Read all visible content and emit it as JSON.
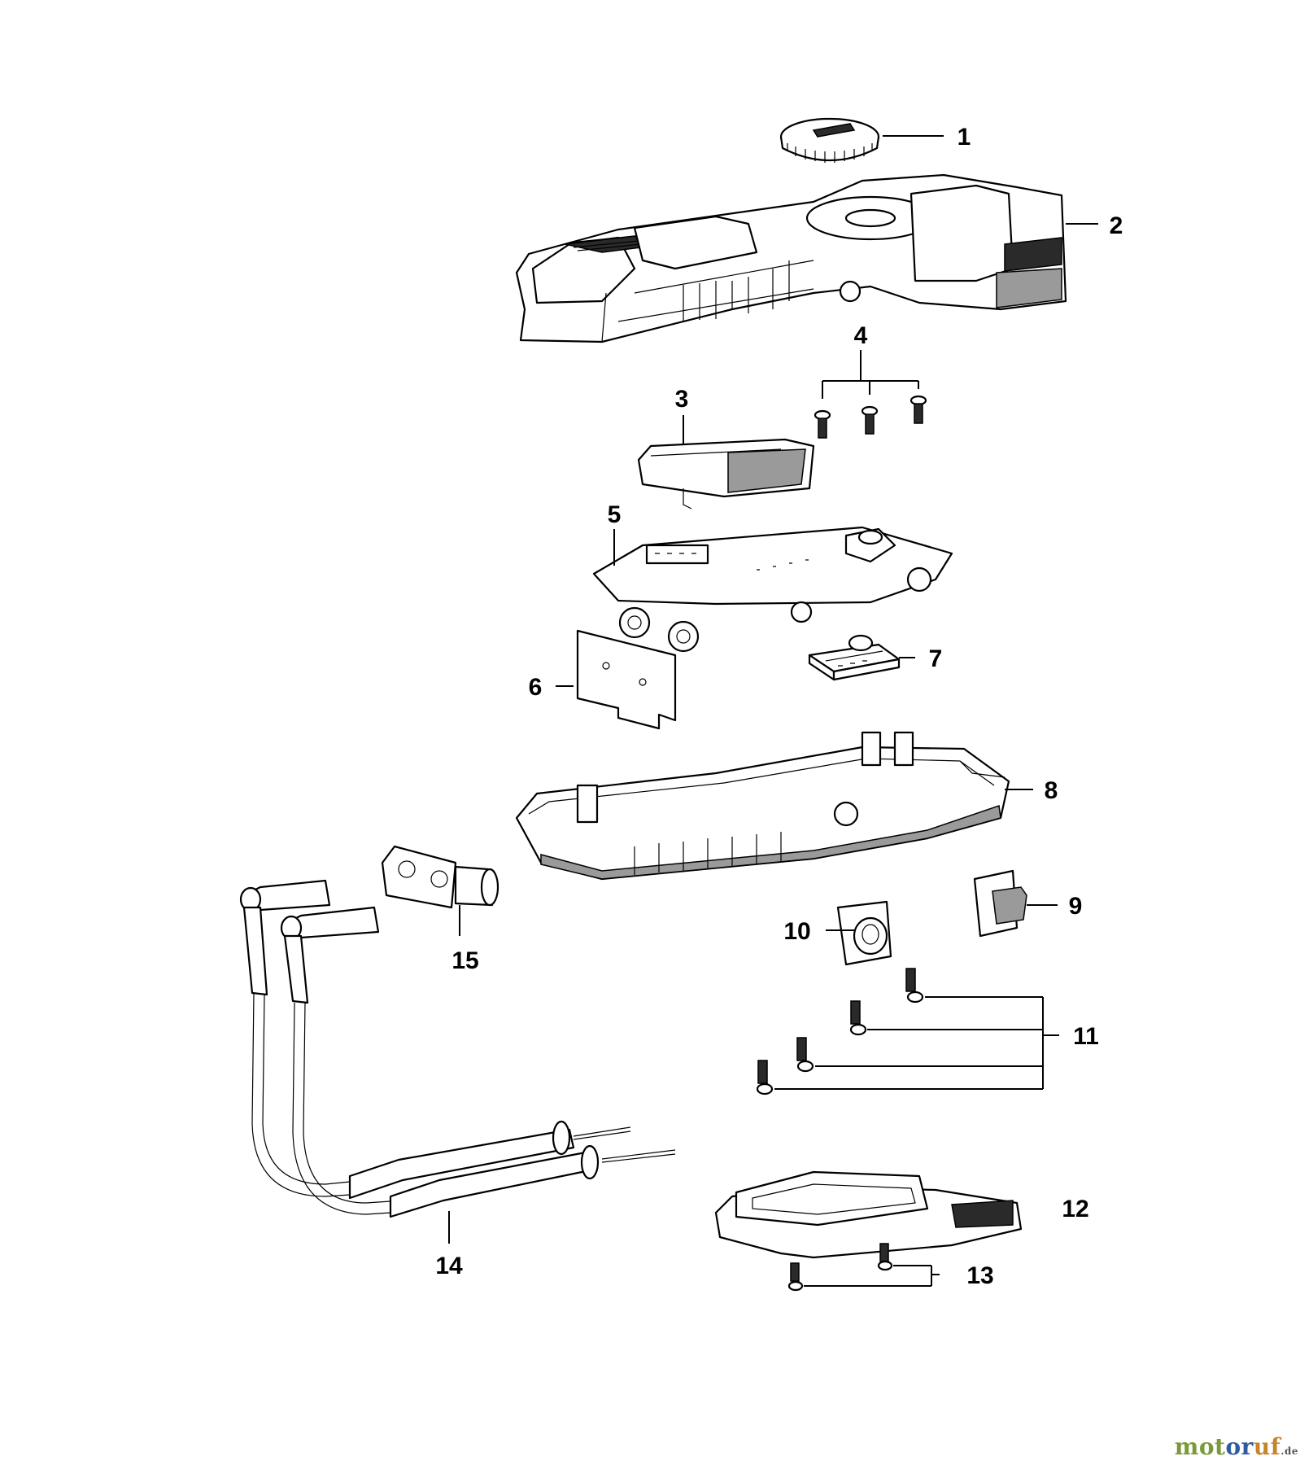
{
  "diagram": {
    "callouts": [
      "1",
      "2",
      "3",
      "4",
      "5",
      "6",
      "7",
      "8",
      "9",
      "10",
      "11",
      "12",
      "13",
      "14",
      "15"
    ]
  },
  "watermark": {
    "part1": "mot",
    "part2": "or",
    "part3": "uf",
    "suffix": ".de"
  }
}
